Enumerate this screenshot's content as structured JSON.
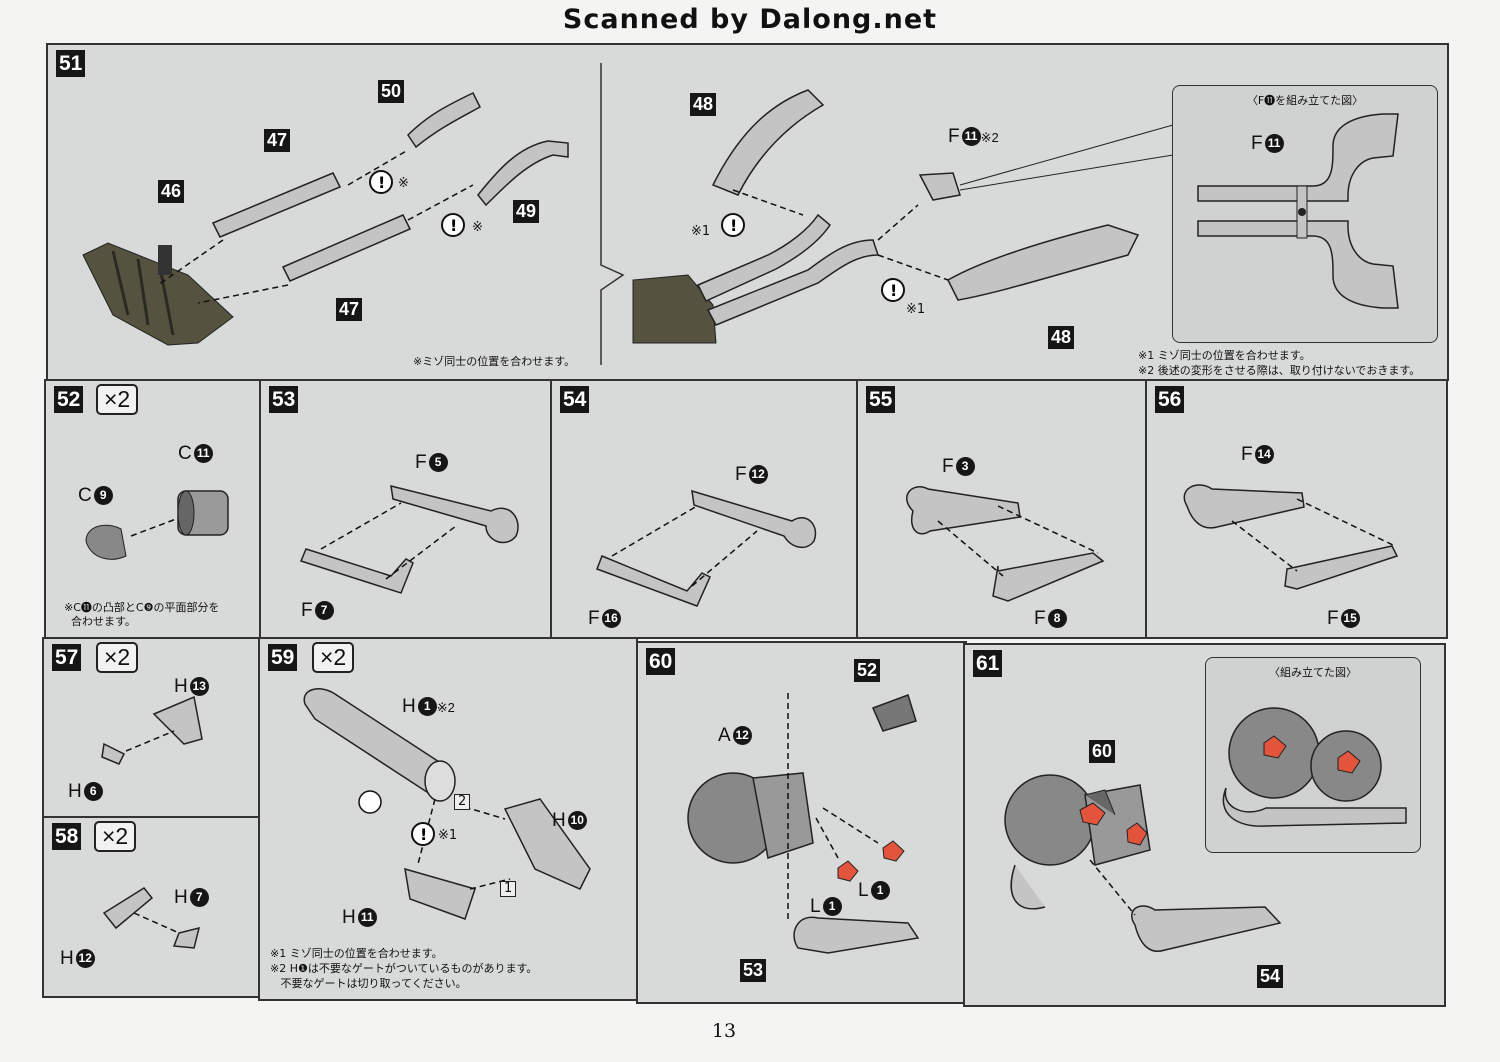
{
  "header": "Scanned by Dalong.net",
  "page_number": "13",
  "steps": {
    "s51": {
      "number": "51",
      "parts": [
        "50",
        "47",
        "46",
        "49",
        "47"
      ],
      "note": "※ミゾ同士の位置を合わせます。",
      "mark": "※"
    },
    "s51b": {
      "parts": [
        "48",
        "48"
      ],
      "f_label": "F",
      "f_num": "11",
      "f_mark": "※2",
      "mark1": "※1",
      "inset_title": "〈F⓫を組み立てた図〉",
      "inset_f": "F",
      "inset_fnum": "11",
      "notes": [
        "※1 ミゾ同士の位置を合わせます。",
        "※2 後述の変形をさせる際は、取り付けないでおきます。"
      ]
    },
    "s52": {
      "number": "52",
      "multiplier": "×2",
      "c1": "C",
      "c1n": "11",
      "c2": "C",
      "c2n": "9",
      "note": "※C⓫の凸部とC❾の平面部分を\n  合わせます。"
    },
    "s53": {
      "number": "53",
      "top": "F",
      "topn": "5",
      "bot": "F",
      "botn": "7"
    },
    "s54": {
      "number": "54",
      "top": "F",
      "topn": "12",
      "bot": "F",
      "botn": "16"
    },
    "s55": {
      "number": "55",
      "top": "F",
      "topn": "3",
      "bot": "F",
      "botn": "8"
    },
    "s56": {
      "number": "56",
      "top": "F",
      "topn": "14",
      "bot": "F",
      "botn": "15"
    },
    "s57": {
      "number": "57",
      "multiplier": "×2",
      "a": "H",
      "an": "13",
      "b": "H",
      "bn": "6"
    },
    "s58": {
      "number": "58",
      "multiplier": "×2",
      "a": "H",
      "an": "7",
      "b": "H",
      "bn": "12"
    },
    "s59": {
      "number": "59",
      "multiplier": "×2",
      "h1": "H",
      "h1n": "1",
      "h1m": "※2",
      "h2": "H",
      "h2n": "10",
      "h3": "H",
      "h3n": "11",
      "mark": "※1",
      "box1": "1",
      "box2": "2",
      "notes": [
        "※1 ミゾ同士の位置を合わせます。",
        "※2 H❶は不要なゲートがついているものがあります。",
        "   不要なゲートは切り取ってください。"
      ]
    },
    "s60": {
      "number": "60",
      "a": "A",
      "an": "12",
      "l1": "L",
      "l1n": "1",
      "l2": "L",
      "l2n": "1",
      "parts": [
        "52",
        "53"
      ]
    },
    "s61": {
      "number": "61",
      "parts": [
        "60",
        "54"
      ],
      "inset_title": "〈組み立てた図〉"
    }
  },
  "colors": {
    "panel": "#d8d9d9",
    "part": "#b9b9b9",
    "dark_part": "#4a4a3c",
    "accent": "#e2543c"
  }
}
